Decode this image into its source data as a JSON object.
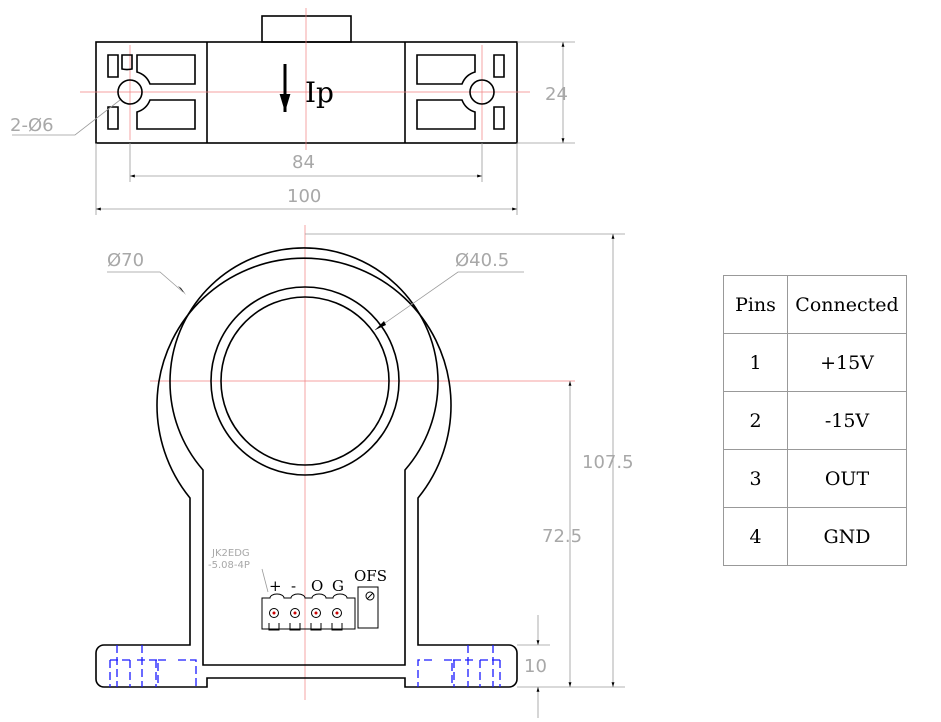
{
  "top_view": {
    "hole_label": "2-Ø6",
    "width_inner": "84",
    "width_total": "100",
    "height": "24",
    "current_label": "Ip"
  },
  "front_view": {
    "outer_diameter": "Ø70",
    "inner_diameter": "Ø40.5",
    "total_height": "107.5",
    "center_height": "72.5",
    "flange_height": "10",
    "connector_part_line1": "JK2EDG",
    "connector_part_line2": "-5.08-4P",
    "pin_labels": [
      "+",
      "-",
      "O",
      "G"
    ],
    "offset_label": "OFS"
  },
  "pin_table": {
    "headers": [
      "Pins",
      "Connected"
    ],
    "rows": [
      {
        "pin": "1",
        "connected": "+15V"
      },
      {
        "pin": "2",
        "connected": "-15V"
      },
      {
        "pin": "3",
        "connected": "OUT"
      },
      {
        "pin": "4",
        "connected": "GND"
      }
    ]
  }
}
